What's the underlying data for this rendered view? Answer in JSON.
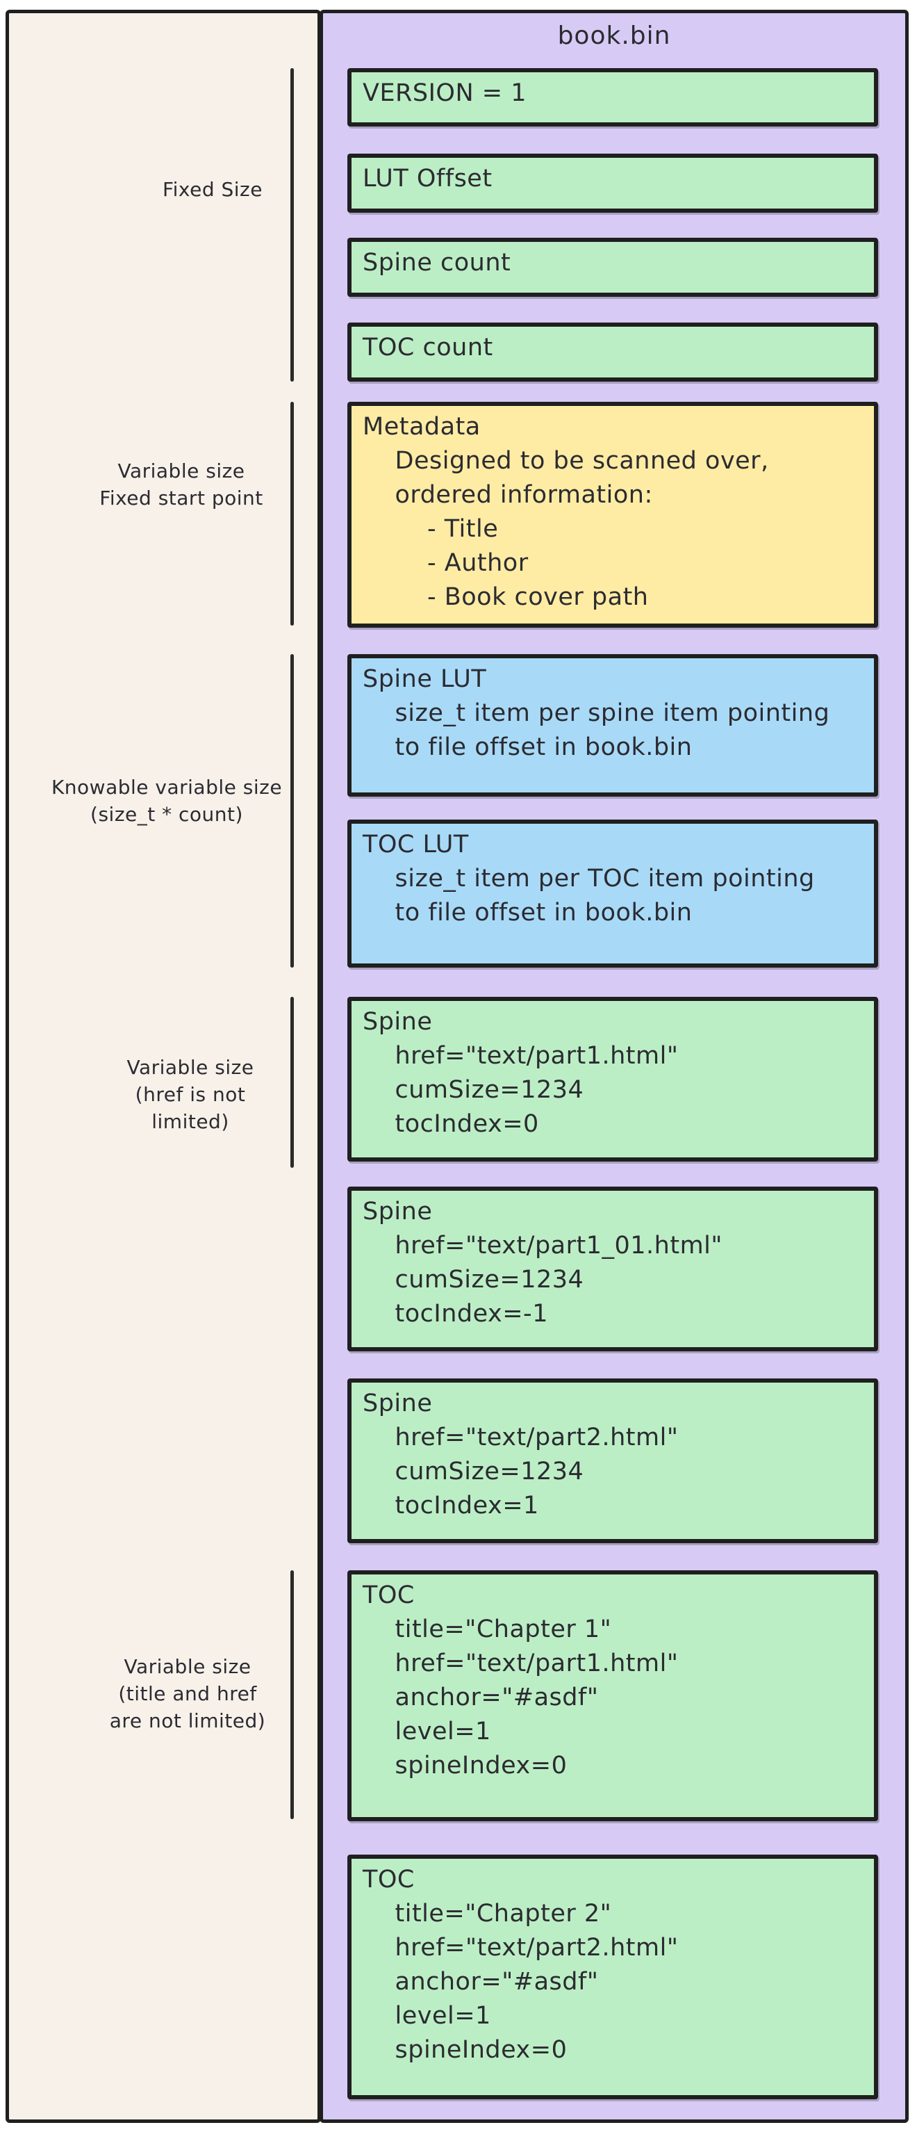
{
  "diagram_title": "book.bin",
  "colors": {
    "canvas_bg": "#f7f1ea",
    "panel_bg": "#d7cbf6",
    "green": "#bceec5",
    "yellow": "#ffeca4",
    "blue": "#a8daf8",
    "ink": "#2b2b31"
  },
  "side_labels": [
    {
      "text": "Fixed Size"
    },
    {
      "text": "Variable size\nFixed start point"
    },
    {
      "text": "Knowable variable size\n(size_t * count)"
    },
    {
      "text": "Variable size\n(href is not\nlimited)"
    },
    {
      "text": "Variable size\n(title and href\nare not limited)"
    }
  ],
  "file_blocks": [
    {
      "name": "version",
      "text": "VERSION = 1"
    },
    {
      "name": "lut-offset",
      "text": "LUT Offset"
    },
    {
      "name": "spine-count",
      "text": "Spine count"
    },
    {
      "name": "toc-count",
      "text": "TOC count"
    },
    {
      "name": "metadata",
      "text": "Metadata\n    Designed to be scanned over,\n    ordered information:\n        - Title\n        - Author\n        - Book cover path"
    },
    {
      "name": "spine-lut",
      "text": "Spine LUT\n    size_t item per spine item pointing\n    to file offset in book.bin"
    },
    {
      "name": "toc-lut",
      "text": "TOC LUT\n    size_t item per TOC item pointing\n    to file offset in book.bin"
    },
    {
      "name": "spine-1",
      "text": "Spine\n    href=\"text/part1.html\"\n    cumSize=1234\n    tocIndex=0"
    },
    {
      "name": "spine-2",
      "text": "Spine\n    href=\"text/part1_01.html\"\n    cumSize=1234\n    tocIndex=-1"
    },
    {
      "name": "spine-3",
      "text": "Spine\n    href=\"text/part2.html\"\n    cumSize=1234\n    tocIndex=1"
    },
    {
      "name": "toc-1",
      "text": "TOC\n    title=\"Chapter 1\"\n    href=\"text/part1.html\"\n    anchor=\"#asdf\"\n    level=1\n    spineIndex=0"
    },
    {
      "name": "toc-2",
      "text": "TOC\n    title=\"Chapter 2\"\n    href=\"text/part2.html\"\n    anchor=\"#asdf\"\n    level=1\n    spineIndex=0"
    }
  ]
}
